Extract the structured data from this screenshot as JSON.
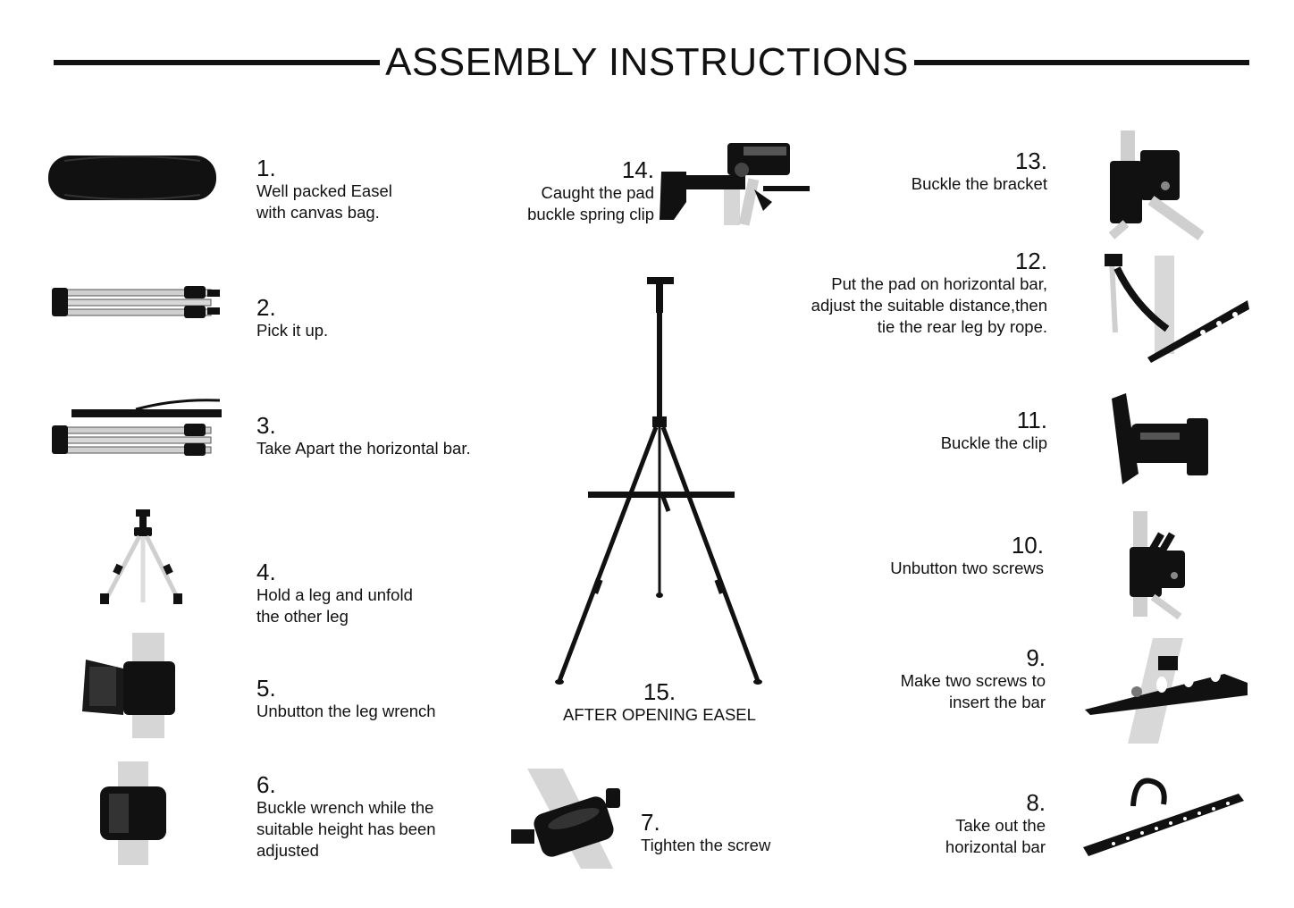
{
  "title": "ASSEMBLY INSTRUCTIONS",
  "steps": [
    {
      "num": "1.",
      "text": "Well packed Easel\nwith canvas bag."
    },
    {
      "num": "2.",
      "text": "Pick it up."
    },
    {
      "num": "3.",
      "text": "Take Apart the horizontal bar."
    },
    {
      "num": "4.",
      "text": "Hold a leg and unfold\nthe other leg"
    },
    {
      "num": "5.",
      "text": "Unbutton the leg wrench"
    },
    {
      "num": "6.",
      "text": "Buckle wrench while the\nsuitable height has been\nadjusted"
    },
    {
      "num": "7.",
      "text": "Tighten the screw"
    },
    {
      "num": "8.",
      "text": "Take out the\nhorizontal bar"
    },
    {
      "num": "9.",
      "text": "Make two screws to\ninsert the bar"
    },
    {
      "num": "10.",
      "text": "Unbutton two screws"
    },
    {
      "num": "11.",
      "text": "Buckle the clip"
    },
    {
      "num": "12.",
      "text": "Put the pad on horizontal bar,\nadjust the suitable distance,then\ntie the rear leg by rope."
    },
    {
      "num": "13.",
      "text": "Buckle the bracket"
    },
    {
      "num": "14.",
      "text": "Caught the pad\nbuckle spring clip"
    },
    {
      "num": "15.",
      "text": "AFTER OPENING EASEL"
    }
  ],
  "colors": {
    "ink": "#111111",
    "metal": "#c9c9c9",
    "background": "#ffffff"
  }
}
